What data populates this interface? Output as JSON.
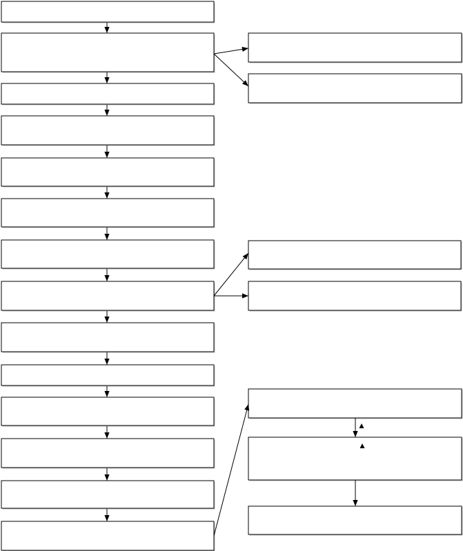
{
  "colors": {
    "background": "#ffffff",
    "stroke": "#000000",
    "box_fill": "#ffffff",
    "box_shadow": "#bdbdbd"
  },
  "main_column": {
    "steps": [
      {
        "id": "m1",
        "label": ""
      },
      {
        "id": "m2",
        "label": ""
      },
      {
        "id": "m3",
        "label": ""
      },
      {
        "id": "m4",
        "label": ""
      },
      {
        "id": "m5",
        "label": ""
      },
      {
        "id": "m6",
        "label": ""
      },
      {
        "id": "m7",
        "label": ""
      },
      {
        "id": "m8",
        "label": ""
      },
      {
        "id": "m9",
        "label": ""
      },
      {
        "id": "m10",
        "label": ""
      },
      {
        "id": "m11",
        "label": ""
      },
      {
        "id": "m12",
        "label": ""
      },
      {
        "id": "m13",
        "label": ""
      },
      {
        "id": "m14",
        "label": ""
      }
    ]
  },
  "side_column": {
    "boxes": [
      {
        "id": "s1",
        "label": ""
      },
      {
        "id": "s2",
        "label": ""
      },
      {
        "id": "s3",
        "label": ""
      },
      {
        "id": "s4",
        "label": ""
      },
      {
        "id": "s5",
        "label": ""
      },
      {
        "id": "s6",
        "label": ""
      },
      {
        "id": "s7",
        "label": ""
      }
    ]
  },
  "connections": [
    {
      "from": "m1",
      "to": "m2"
    },
    {
      "from": "m2",
      "to": "m3"
    },
    {
      "from": "m3",
      "to": "m4"
    },
    {
      "from": "m4",
      "to": "m5"
    },
    {
      "from": "m5",
      "to": "m6"
    },
    {
      "from": "m6",
      "to": "m7"
    },
    {
      "from": "m7",
      "to": "m8"
    },
    {
      "from": "m8",
      "to": "m9"
    },
    {
      "from": "m9",
      "to": "m10"
    },
    {
      "from": "m10",
      "to": "m11"
    },
    {
      "from": "m11",
      "to": "m12"
    },
    {
      "from": "m12",
      "to": "m13"
    },
    {
      "from": "m13",
      "to": "m14"
    },
    {
      "from": "m2",
      "to": "s1"
    },
    {
      "from": "m2",
      "to": "s2"
    },
    {
      "from": "m8",
      "to": "s3"
    },
    {
      "from": "m8",
      "to": "s4"
    },
    {
      "from": "m14",
      "to": "s5"
    },
    {
      "from": "s5",
      "to": "s6"
    },
    {
      "from": "s6",
      "to": "s7"
    }
  ]
}
